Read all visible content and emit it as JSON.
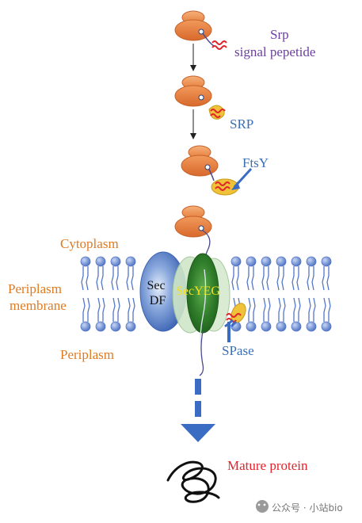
{
  "labels": {
    "srp_line1": "Srp",
    "srp_line2": "signal pepetide",
    "srp": "SRP",
    "ftsy": "FtsY",
    "cytoplasm": "Cytoplasm",
    "periplasm_membrane_line1": "Periplasm",
    "periplasm_membrane_line2": "membrane",
    "periplasm": "Periplasm",
    "secdf_line1": "Sec",
    "secdf_line2": "DF",
    "secyeg": "SecYEG",
    "spase": "SPase",
    "mature_protein": "Mature protein"
  },
  "watermark": {
    "text": "公众号 · 小站bio",
    "icon": "wechat-logo-icon"
  },
  "colors": {
    "ribosome": "#ec8a4a",
    "ribosome_edge": "#c5622a",
    "signal_peptide": "#e0262b",
    "srp_particle": "#f0c23a",
    "membrane_lipid": "#5577c8",
    "secdf": "#4f78c4",
    "secyeg": "#2e7d32",
    "arrow_blue": "#3b6cc4"
  }
}
